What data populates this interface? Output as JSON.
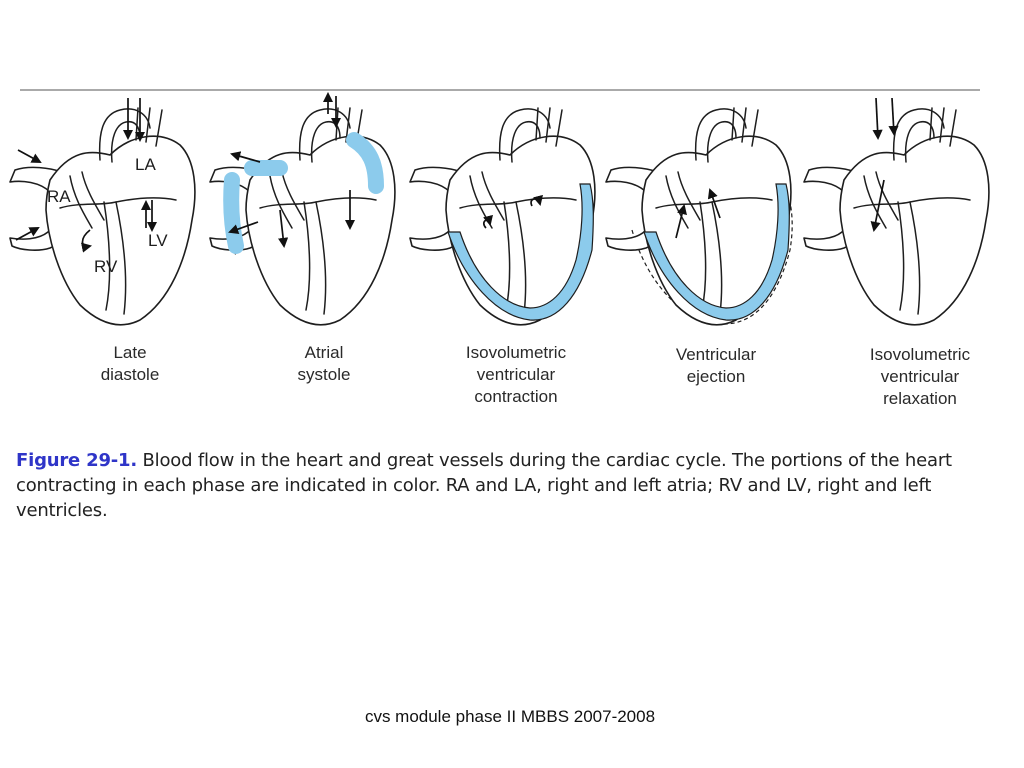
{
  "figure": {
    "chamber_labels": {
      "ra": "RA",
      "la": "LA",
      "rv": "RV",
      "lv": "LV"
    },
    "phases": [
      {
        "lines": [
          "Late",
          "diastole"
        ]
      },
      {
        "lines": [
          "Atrial",
          "systole"
        ]
      },
      {
        "lines": [
          "Isovolumetric",
          "ventricular",
          "contraction"
        ]
      },
      {
        "lines": [
          "Ventricular",
          "ejection"
        ]
      },
      {
        "lines": [
          "Isovolumetric",
          "ventricular",
          "relaxation"
        ]
      }
    ],
    "highlight_color": "#8ccbec"
  },
  "caption": {
    "label": "Figure 29-1.",
    "text": " Blood flow in the heart and great vessels during the cardiac cycle. The portions of the heart contracting in each phase are indicated in color. RA and LA, right and left atria; RV and LV, right and left ventricles.",
    "label_color": "#2f35c8"
  },
  "footer": {
    "text": "cvs module phase II MBBS 2007-2008"
  }
}
